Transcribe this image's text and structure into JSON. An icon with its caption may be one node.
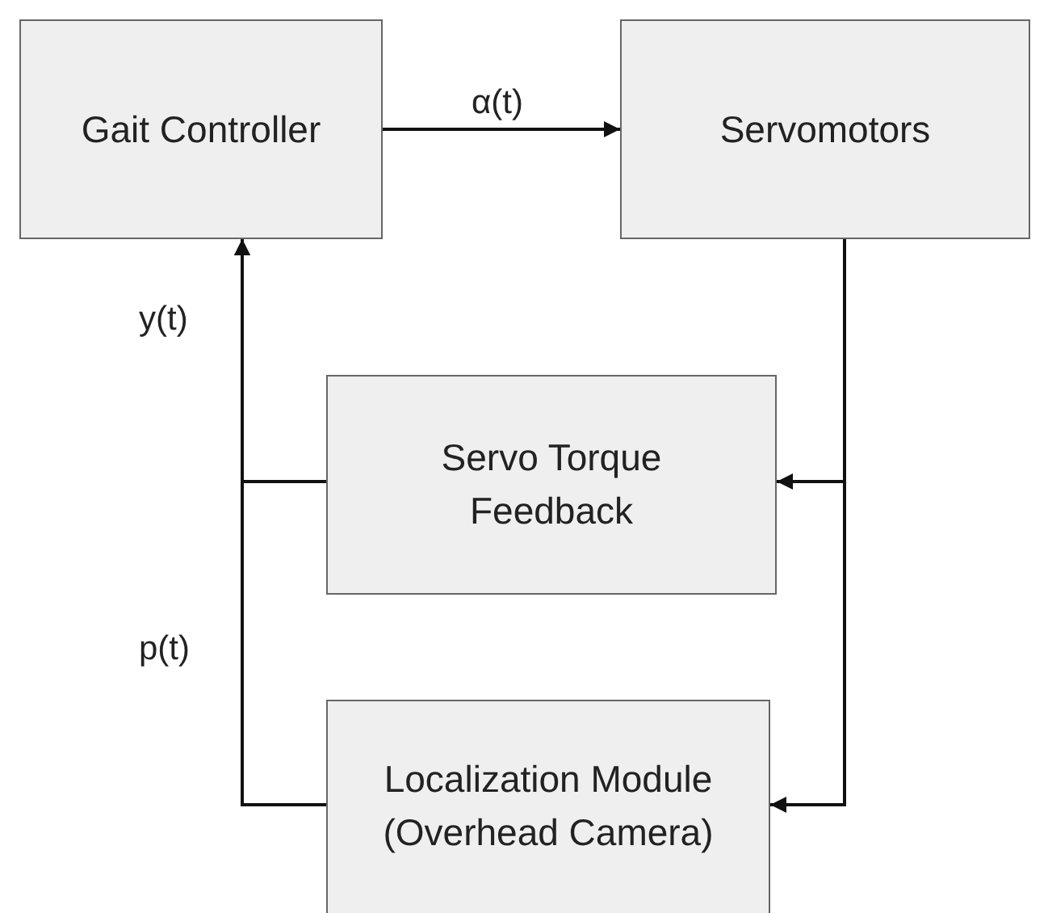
{
  "diagram": {
    "nodes": [
      {
        "text": [
          "Gait Controller"
        ]
      },
      {
        "text": [
          "Servomotors"
        ]
      },
      {
        "text": [
          "Servo Torque Feedback"
        ]
      },
      {
        "text": [
          "Localization Module (Overhead Camera)"
        ]
      }
    ],
    "edges": [
      {
        "from": 0,
        "to": 1,
        "arrow": "to",
        "label": "α(t)"
      },
      {
        "from": 1,
        "to": 2,
        "arrow": "to"
      },
      {
        "from": 1,
        "to": 3,
        "arrow": "to"
      },
      {
        "from": 2,
        "to": 0,
        "arrow": "to",
        "label": "y(t)"
      },
      {
        "from": 3,
        "to": 0,
        "arrow": "to",
        "label": "p(t)"
      }
    ]
  }
}
